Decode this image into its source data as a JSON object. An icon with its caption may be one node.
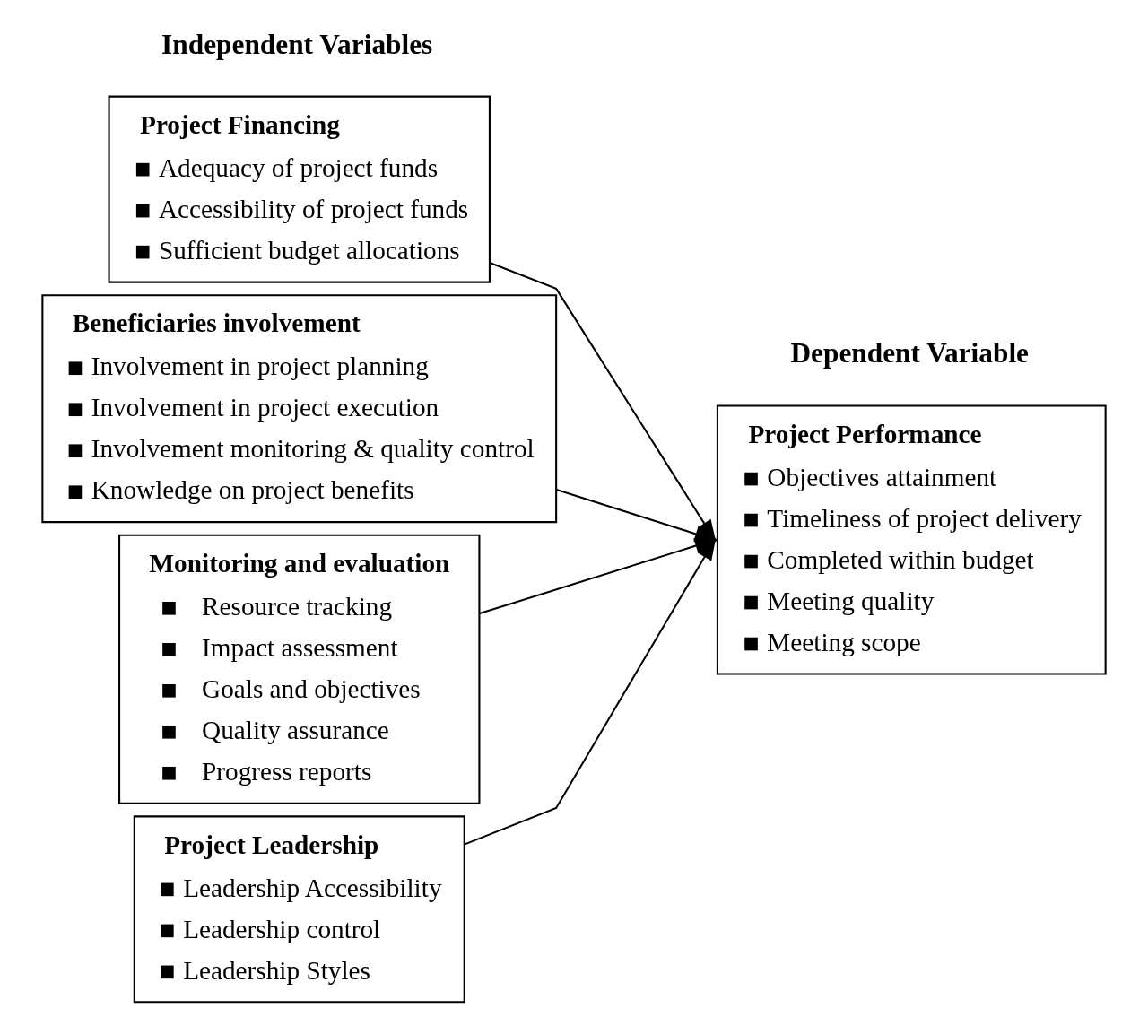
{
  "diagram": {
    "nodes": [
      {
        "text": [
          "Project Financing",
          "Adequacy of project funds",
          "Accessibility of project funds",
          "Sufficient budget allocations"
        ]
      },
      {
        "text": [
          "Beneficiaries involvement",
          "Involvement in project planning",
          "Involvement in project execution",
          "Involvement monitoring & quality control",
          "Knowledge on project benefits"
        ]
      },
      {
        "text": [
          "Monitoring and evaluation",
          "Resource tracking",
          "Impact assessment",
          "Goals and objectives",
          "Quality assurance",
          "Progress reports"
        ]
      },
      {
        "text": [
          "Project Leadership",
          "Leadership Accessibility",
          "Leadership control",
          "Leadership Styles"
        ]
      },
      {
        "text": [
          "Project Performance",
          "Objectives attainment",
          "Timeliness of project delivery",
          "Completed within budget",
          "Meeting quality",
          "Meeting scope"
        ]
      }
    ],
    "edges": [
      {
        "from": 0,
        "to": 4,
        "arrow": "to"
      },
      {
        "from": 1,
        "to": 4,
        "arrow": "to"
      },
      {
        "from": 2,
        "to": 4,
        "arrow": "to"
      },
      {
        "from": 3,
        "to": 4,
        "arrow": "to"
      }
    ],
    "labels": [
      "Independent Variables",
      "Dependent Variable"
    ]
  }
}
